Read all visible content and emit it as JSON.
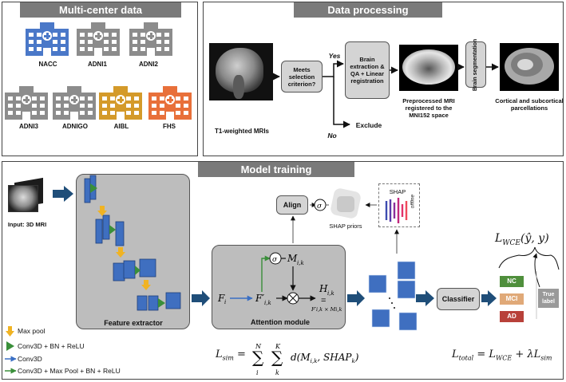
{
  "panels": {
    "multicenter": "Multi-center data",
    "processing": "Data processing",
    "training": "Model training"
  },
  "centers": [
    {
      "name": "NACC",
      "color": "#4a78c8"
    },
    {
      "name": "ADNI1",
      "color": "#8c8c8c"
    },
    {
      "name": "ADNI2",
      "color": "#8c8c8c"
    },
    {
      "name": "ADNI3",
      "color": "#8c8c8c"
    },
    {
      "name": "ADNIGO",
      "color": "#8c8c8c"
    },
    {
      "name": "AIBL",
      "color": "#d49a2a"
    },
    {
      "name": "FHS",
      "color": "#e8703a"
    }
  ],
  "processing": {
    "mri_label": "T1-weighted MRIs",
    "decision": "Meets selection criterion?",
    "yes": "Yes",
    "no": "No",
    "exclude": "Exclude",
    "extraction": "Brain extraction & QA + Linear registration",
    "preprocessed": "Preprocessed MRI registered to the MNI152 space",
    "segmentation": "Brain segmentation",
    "parcellation": "Cortical and subcortical parcellations"
  },
  "training": {
    "input_label": "Input: 3D MRI",
    "feature_extractor": "Feature extractor",
    "attention_module": "Attention module",
    "align": "Align",
    "shap_priors": "SHAP priors",
    "shap": "SHAP",
    "offline": "offline",
    "classifier": "Classifier",
    "true_label": "True label",
    "classes": [
      {
        "name": "NC",
        "color": "#4f8f3c"
      },
      {
        "name": "MCI",
        "color": "#e0a978"
      },
      {
        "name": "AD",
        "color": "#b8413a"
      }
    ]
  },
  "legend": [
    {
      "text": "Max pool",
      "icon": "yellow-down-arrow-icon"
    },
    {
      "text": "Conv3D + BN + ReLU",
      "icon": "green-triangle-icon"
    },
    {
      "text": "Conv3D",
      "icon": "blue-arrow-icon"
    },
    {
      "text": "Conv3D + Max Pool + BN + ReLU",
      "icon": "green-arrow-icon"
    }
  ],
  "colors": {
    "accent": "#1f4e79",
    "block": "#3f6fc0",
    "panel": "#d4d4d4"
  }
}
